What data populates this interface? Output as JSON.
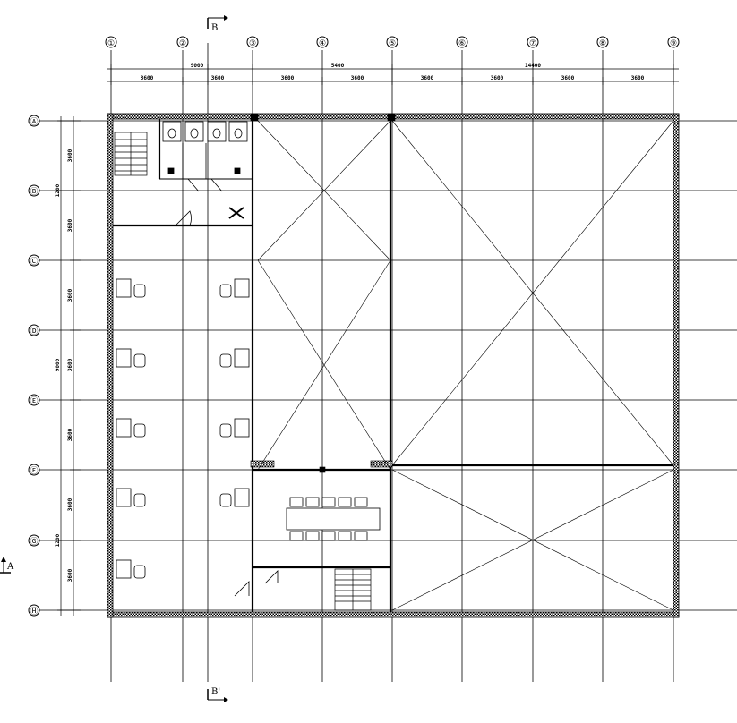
{
  "column_axes": [
    {
      "label": "①"
    },
    {
      "label": "②"
    },
    {
      "label": "③"
    },
    {
      "label": "④"
    },
    {
      "label": "⑤"
    },
    {
      "label": "⑥"
    },
    {
      "label": "⑦"
    },
    {
      "label": "⑧"
    },
    {
      "label": "⑨"
    }
  ],
  "row_axes": [
    {
      "label": "Ⓐ"
    },
    {
      "label": "Ⓑ"
    },
    {
      "label": "Ⓒ"
    },
    {
      "label": "Ⓓ"
    },
    {
      "label": "Ⓔ"
    },
    {
      "label": "Ⓕ"
    },
    {
      "label": "Ⓖ"
    },
    {
      "label": "Ⓗ"
    }
  ],
  "top_dimensions": {
    "overall": [
      "9000",
      "5400",
      "14400"
    ],
    "bays": [
      "3600",
      "3600",
      "3600",
      "3600",
      "3600",
      "3600",
      "3600",
      "3600"
    ]
  },
  "left_dimensions": {
    "overall": [
      "1200",
      "9000",
      "1200"
    ],
    "bays": [
      "3600",
      "3600",
      "3600",
      "3600",
      "3600",
      "3600",
      "3600"
    ]
  },
  "section_marks": {
    "top_b": "B",
    "bottom_b": "B'",
    "left_a": "A"
  },
  "colors": {
    "line": "#000000",
    "background": "#ffffff"
  }
}
